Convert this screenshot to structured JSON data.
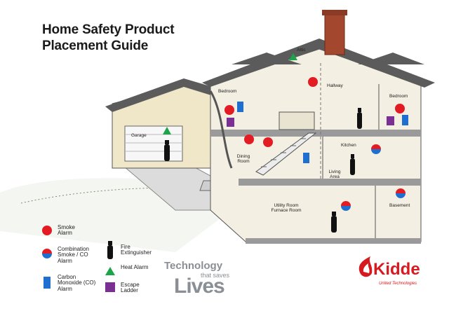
{
  "title": {
    "line1": "Home Safety Product",
    "line2": "Placement Guide"
  },
  "rooms": {
    "attic": "Attic",
    "bedroom_left": "Bedroom",
    "hallway": "Hallway",
    "bedroom_right": "Bedroom",
    "garage": "Garage",
    "dining_room": "Dining Room",
    "kitchen": "Kitchen",
    "living_area": "Living Area",
    "utility_room": "Utility Room Furnace Room",
    "basement": "Basement"
  },
  "legend": {
    "smoke_alarm": "Smoke Alarm",
    "combination": "Combination Smoke / CO Alarm",
    "co_alarm": "Carbon Monoxide (CO) Alarm",
    "fire_extinguisher": "Fire Extinguisher",
    "heat_alarm": "Heat Alarm",
    "escape_ladder": "Escape Ladder"
  },
  "tagline": {
    "technology": "Technology",
    "that_saves": "that saves",
    "lives": "Lives"
  },
  "brand": {
    "name": "Kidde",
    "sub": "United Technologies"
  },
  "colors": {
    "smoke_red": "#e31b23",
    "co_blue": "#1f6fd1",
    "heat_green": "#1da44a",
    "ladder_purple": "#7b2f93",
    "extinguisher": "#111111",
    "brand_red": "#d71920",
    "roof": "#5b5b5b",
    "siding": "#f0e7c8",
    "chimney": "#a3472f"
  }
}
